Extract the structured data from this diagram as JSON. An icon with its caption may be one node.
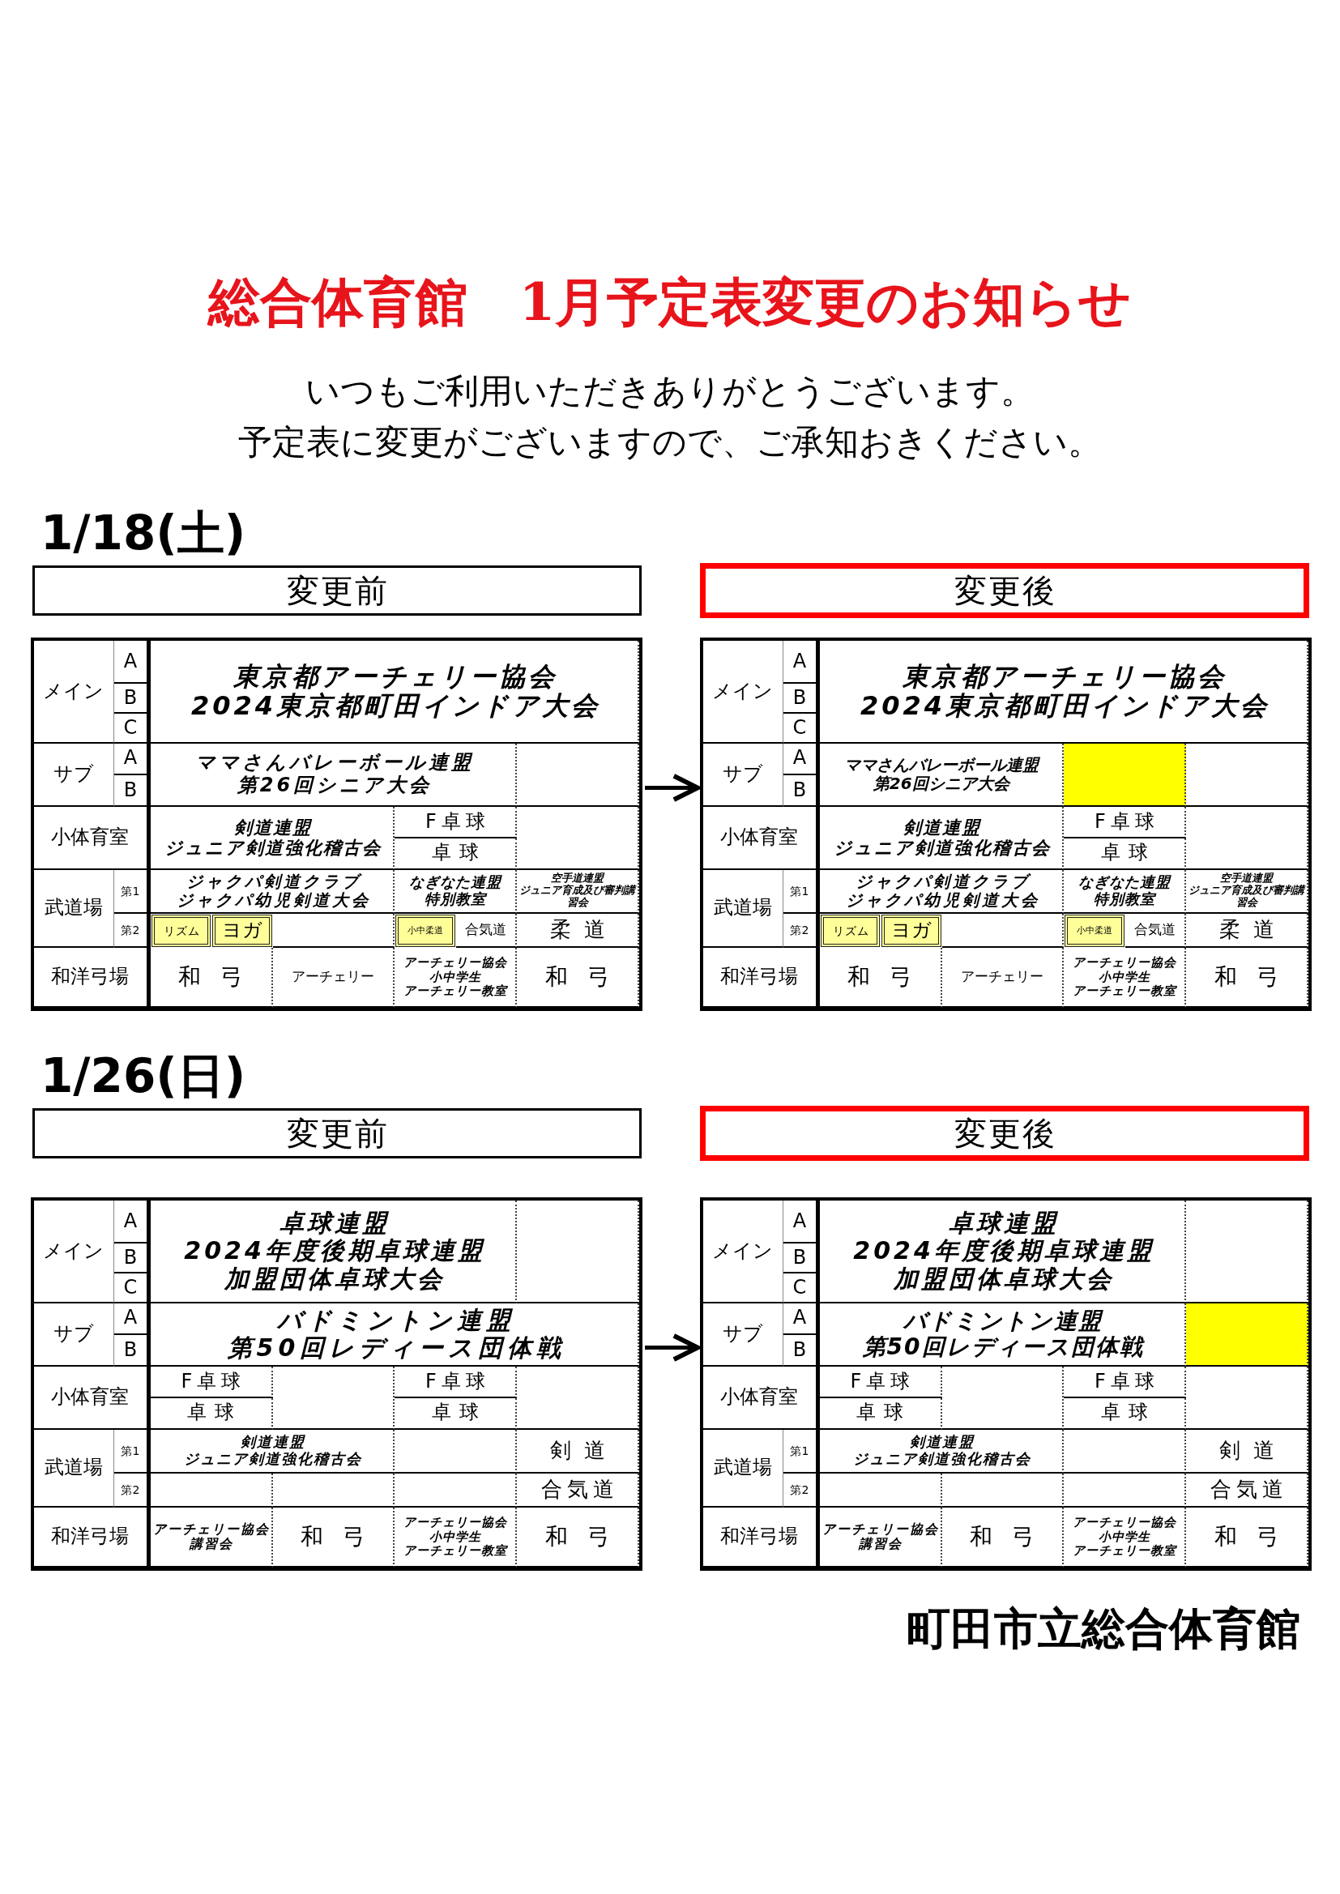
{
  "diagram": {
    "title": "総合体育館　1月予定表変更のお知らせ",
    "nodes": [
      {
        "text": [
          "変更前"
        ]
      },
      {
        "text": [
          "変更後"
        ]
      },
      {
        "text": [],
        "shape": "box"
      },
      {
        "text": [
          "メイン"
        ],
        "in": 2
      },
      {
        "text": [
          "A"
        ],
        "in": 2
      },
      {
        "text": [
          "B"
        ],
        "in": 2
      },
      {
        "text": [
          "C"
        ],
        "in": 2
      },
      {
        "text": [
          "サブ"
        ],
        "in": 2
      },
      {
        "text": [
          "A"
        ],
        "in": 2
      },
      {
        "text": [
          "B"
        ],
        "in": 2
      },
      {
        "text": [
          "小体育室"
        ],
        "in": 2
      },
      {
        "text": [
          "武道場"
        ],
        "in": 2
      },
      {
        "text": [
          "第1"
        ],
        "in": 2
      },
      {
        "text": [
          "第2"
        ],
        "in": 2
      },
      {
        "text": [
          "和洋弓場"
        ],
        "in": 2
      },
      {
        "text": [
          "東京都アーチェリー協会",
          "2024東京都町田インドア大会"
        ],
        "in": 2
      },
      {
        "text": [
          "ママさんバレーボール連盟",
          "第26回シニア大会"
        ],
        "in": 2
      },
      {
        "text": [
          "剣道連盟",
          "ジュニア剣道強化稽古会"
        ],
        "in": 2
      },
      {
        "text": [
          "F卓球"
        ],
        "in": 2
      },
      {
        "text": [
          "卓球"
        ],
        "in": 2
      },
      {
        "text": [
          "ジャクパ剣道クラブ",
          "ジャクパ幼児剣道大会"
        ],
        "in": 2
      },
      {
        "text": [
          "なぎなた連盟",
          "特別教室"
        ],
        "in": 2
      },
      {
        "text": [
          "空手道連盟",
          "ジュニア育成及び審判講習会"
        ],
        "in": 2
      },
      {
        "text": [
          "リズム"
        ],
        "in": 2
      },
      {
        "text": [
          "ヨガ"
        ],
        "in": 2
      },
      {
        "text": [
          "小中柔道"
        ],
        "in": 2
      },
      {
        "text": [
          "合気道"
        ],
        "in": 2
      },
      {
        "text": [
          "柔道"
        ],
        "in": 2
      },
      {
        "text": [
          "和弓"
        ],
        "in": 2
      },
      {
        "text": [
          "アーチェリー"
        ],
        "in": 2
      },
      {
        "text": [
          "アーチェリー協会",
          "小中学生",
          "アーチェリー教室"
        ],
        "in": 2
      },
      {
        "text": [
          "和弓"
        ],
        "in": 2
      },
      {
        "text": [],
        "shape": "box",
        "in": 2
      },
      {
        "text": [],
        "shape": "box",
        "in": 2
      },
      {
        "text": [],
        "shape": "box",
        "in": 2
      },
      {
        "text": [],
        "shape": "box"
      },
      {
        "text": [
          "メイン"
        ],
        "in": 35
      },
      {
        "text": [
          "A"
        ],
        "in": 35
      },
      {
        "text": [
          "B"
        ],
        "in": 35
      },
      {
        "text": [
          "C"
        ],
        "in": 35
      },
      {
        "text": [
          "サブ"
        ],
        "in": 35
      },
      {
        "text": [
          "A"
        ],
        "in": 35
      },
      {
        "text": [
          "B"
        ],
        "in": 35
      },
      {
        "text": [
          "小体育室"
        ],
        "in": 35
      },
      {
        "text": [
          "武道場"
        ],
        "in": 35
      },
      {
        "text": [
          "第1"
        ],
        "in": 35
      },
      {
        "text": [
          "第2"
        ],
        "in": 35
      },
      {
        "text": [
          "和洋弓場"
        ],
        "in": 35
      },
      {
        "text": [
          "東京都アーチェリー協会",
          "2024東京都町田インドア大会"
        ],
        "in": 35
      },
      {
        "text": [
          "ママさんバレーボール連盟",
          "第26回シニア大会"
        ],
        "in": 35
      },
      {
        "text": [],
        "shape": "box",
        "in": 35
      },
      {
        "text": [
          "剣道連盟",
          "ジュニア剣道強化稽古会"
        ],
        "in": 35
      },
      {
        "text": [
          "F卓球"
        ],
        "in": 35
      },
      {
        "text": [
          "卓球"
        ],
        "in": 35
      },
      {
        "text": [
          "ジャクパ剣道クラブ",
          "ジャクパ幼児剣道大会"
        ],
        "in": 35
      },
      {
        "text": [
          "なぎなた連盟",
          "特別教室"
        ],
        "in": 35
      },
      {
        "text": [
          "空手道連盟",
          "ジュニア育成及び審判講習会"
        ],
        "in": 35
      },
      {
        "text": [
          "リズム"
        ],
        "in": 35
      },
      {
        "text": [
          "ヨガ"
        ],
        "in": 35
      },
      {
        "text": [
          "小中柔道"
        ],
        "in": 35
      },
      {
        "text": [
          "合気道"
        ],
        "in": 35
      },
      {
        "text": [
          "柔道"
        ],
        "in": 35
      },
      {
        "text": [
          "和弓"
        ],
        "in": 35
      },
      {
        "text": [
          "アーチェリー"
        ],
        "in": 35
      },
      {
        "text": [
          "アーチェリー協会",
          "小中学生",
          "アーチェリー教室"
        ],
        "in": 35
      },
      {
        "text": [
          "和弓"
        ],
        "in": 35
      },
      {
        "text": [],
        "shape": "box",
        "in": 35
      },
      {
        "text": [],
        "shape": "box",
        "in": 35
      },
      {
        "text": [],
        "shape": "box",
        "in": 35
      },
      {
        "text": [
          "変更前"
        ]
      },
      {
        "text": [
          "変更後"
        ]
      },
      {
        "text": [],
        "shape": "box"
      },
      {
        "text": [
          "メイン"
        ],
        "in": 71
      },
      {
        "text": [
          "A"
        ],
        "in": 71
      },
      {
        "text": [
          "B"
        ],
        "in": 71
      },
      {
        "text": [
          "C"
        ],
        "in": 71
      },
      {
        "text": [
          "サブ"
        ],
        "in": 71
      },
      {
        "text": [
          "A"
        ],
        "in": 71
      },
      {
        "text": [
          "B"
        ],
        "in": 71
      },
      {
        "text": [
          "小体育室"
        ],
        "in": 71
      },
      {
        "text": [
          "武道場"
        ],
        "in": 71
      },
      {
        "text": [
          "第1"
        ],
        "in": 71
      },
      {
        "text": [
          "第2"
        ],
        "in": 71
      },
      {
        "text": [
          "和洋弓場"
        ],
        "in": 71
      },
      {
        "text": [
          "卓球連盟",
          "2024年度後期卓球連盟",
          "加盟団体卓球大会"
        ],
        "in": 71
      },
      {
        "text": [
          "バドミントン連盟",
          "第50回レディース団体戦"
        ],
        "in": 71
      },
      {
        "text": [
          "F卓球"
        ],
        "in": 71
      },
      {
        "text": [
          "卓球"
        ],
        "in": 71
      },
      {
        "text": [
          "F卓球"
        ],
        "in": 71
      },
      {
        "text": [
          "卓球"
        ],
        "in": 71
      },
      {
        "text": [
          "剣道連盟",
          "ジュニア剣道強化稽古会"
        ],
        "in": 71
      },
      {
        "text": [
          "剣道"
        ],
        "in": 71
      },
      {
        "text": [
          "合気道"
        ],
        "in": 71
      },
      {
        "text": [
          "アーチェリー協会",
          "講習会"
        ],
        "in": 71
      },
      {
        "text": [
          "和弓"
        ],
        "in": 71
      },
      {
        "text": [
          "アーチェリー協会",
          "小中学生",
          "アーチェリー教室"
        ],
        "in": 71
      },
      {
        "text": [
          "和弓"
        ],
        "in": 71
      },
      {
        "text": [],
        "shape": "box",
        "in": 71
      },
      {
        "text": [],
        "shape": "box",
        "in": 71
      },
      {
        "text": [],
        "shape": "box",
        "in": 71
      },
      {
        "text": [],
        "shape": "box",
        "in": 71
      },
      {
        "text": [],
        "shape": "box",
        "in": 71
      },
      {
        "text": [],
        "shape": "box",
        "in": 71
      },
      {
        "text": [],
        "shape": "box",
        "in": 71
      },
      {
        "text": [],
        "shape": "box"
      },
      {
        "text": [
          "メイン"
        ],
        "in": 104
      },
      {
        "text": [
          "A"
        ],
        "in": 104
      },
      {
        "text": [
          "B"
        ],
        "in": 104
      },
      {
        "text": [
          "C"
        ],
        "in": 104
      },
      {
        "text": [
          "サブ"
        ],
        "in": 104
      },
      {
        "text": [
          "A"
        ],
        "in": 104
      },
      {
        "text": [
          "B"
        ],
        "in": 104
      },
      {
        "text": [
          "小体育室"
        ],
        "in": 104
      },
      {
        "text": [
          "武道場"
        ],
        "in": 104
      },
      {
        "text": [
          "第1"
        ],
        "in": 104
      },
      {
        "text": [
          "第2"
        ],
        "in": 104
      },
      {
        "text": [
          "和洋弓場"
        ],
        "in": 104
      },
      {
        "text": [
          "卓球連盟",
          "2024年度後期卓球連盟",
          "加盟団体卓球大会"
        ],
        "in": 104
      },
      {
        "text": [
          "バドミントン連盟",
          "第50回レディース団体戦"
        ],
        "in": 104
      },
      {
        "text": [],
        "shape": "box",
        "in": 104
      },
      {
        "text": [
          "F卓球"
        ],
        "in": 104
      },
      {
        "text": [
          "卓球"
        ],
        "in": 104
      },
      {
        "text": [
          "F卓球"
        ],
        "in": 104
      },
      {
        "text": [
          "卓球"
        ],
        "in": 104
      },
      {
        "text": [
          "剣道連盟",
          "ジュニア剣道強化稽古会"
        ],
        "in": 104
      },
      {
        "text": [
          "剣道"
        ],
        "in": 104
      },
      {
        "text": [
          "合気道"
        ],
        "in": 104
      },
      {
        "text": [
          "アーチェリー協会",
          "講習会"
        ],
        "in": 104
      },
      {
        "text": [
          "和弓"
        ],
        "in": 104
      },
      {
        "text": [
          "アーチェリー協会",
          "小中学生",
          "アーチェリー教室"
        ],
        "in": 104
      },
      {
        "text": [
          "和弓"
        ],
        "in": 104
      },
      {
        "text": [],
        "shape": "box",
        "in": 104
      },
      {
        "text": [],
        "shape": "box",
        "in": 104
      },
      {
        "text": [],
        "shape": "box",
        "in": 104
      },
      {
        "text": [],
        "shape": "box",
        "in": 104
      },
      {
        "text": [],
        "shape": "box",
        "in": 104
      },
      {
        "text": [],
        "shape": "box",
        "in": 104
      },
      {
        "text": [],
        "shape": "box",
        "in": 104
      }
    ],
    "edges": [
      {
        "from": 2,
        "to": 35,
        "arrow": "to"
      },
      {
        "from": 71,
        "to": 104,
        "arrow": "to"
      }
    ],
    "labels": [
      "いつもご利用いただきありがとうございます。",
      "予定表に変更がございますので、ご承知おきください。",
      "1/18(土)",
      "1/26(日)",
      "町田市立総合体育館"
    ]
  }
}
